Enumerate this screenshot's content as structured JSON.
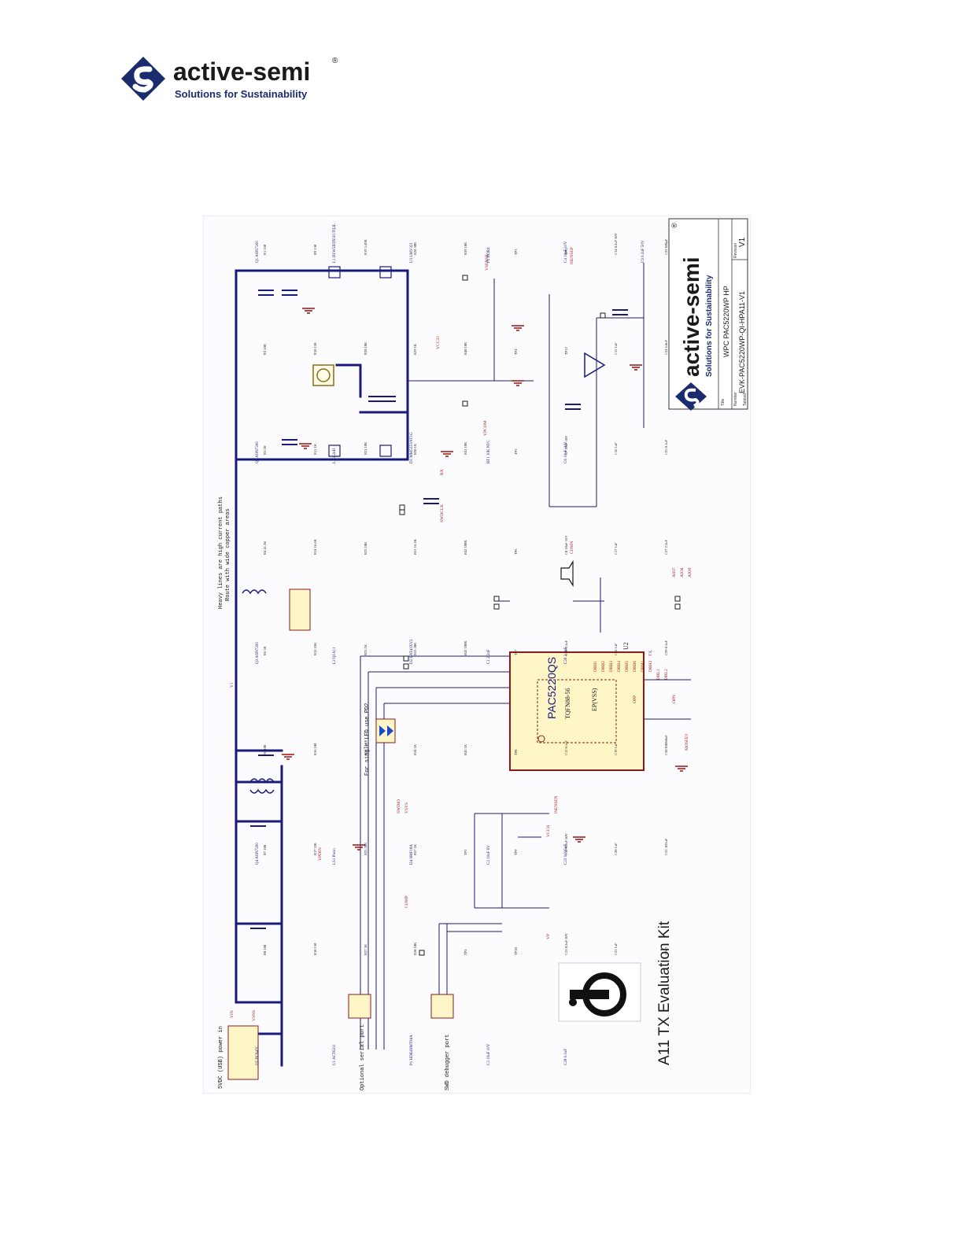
{
  "header": {
    "brand": "active-semi",
    "registered": "®",
    "tagline": "Solutions for Sustainability"
  },
  "schematic": {
    "kit_title": "A11 TX Evaluation Kit",
    "title_block": {
      "brand": "active-semi",
      "registered": "®",
      "tagline": "Solutions for Sustainability",
      "title_label": "Title",
      "title": "WPC PAC5220WP HP",
      "number_label": "Number",
      "number": "EVK-PAC5220WP-QI-HPA11-V1",
      "revision_label": "Revision",
      "revision": "V1",
      "tabloid_label": "Tabloid"
    },
    "notes": {
      "power_in": "5VDC (USB) power in",
      "heavy_lines": "Heavy lines are high current paths",
      "route_copper": "Route with wide copper areas",
      "single_led": "For single LED use PD2",
      "serial_port": "Optional serial port",
      "swd_port": "SWD debugger port"
    },
    "ic": {
      "ref": "U2",
      "part": "PAC5220QS",
      "package": "TQFN88-56",
      "pad": "EP(VSS)"
    },
    "net_labels": [
      "V1",
      "VIN",
      "VSNS",
      "VPDIN",
      "VSENSE",
      "VPCOM",
      "VCC33",
      "VSYS",
      "VCCH",
      "COMP",
      "COMN",
      "ISENSEP",
      "ISENSEN",
      "SWDIO",
      "SWDCLK",
      "RX",
      "TX",
      "VP",
      "DRB1",
      "DRB2",
      "DRB3",
      "DRB4",
      "DRB5",
      "DRB6",
      "DRH1",
      "DRH2",
      "DRL1",
      "DRL2",
      "OPP",
      "OPN",
      "AIO7",
      "AIO8",
      "AIO9",
      "MOSFET"
    ],
    "components": [
      "Q1 AON7200",
      "Q2 AON7200",
      "Q3 AON7200",
      "Q4 AON7200",
      "Q5 BC847C",
      "L1 DLW5BTN501TQ2L",
      "L2 2.2uH",
      "L3 QI A11",
      "LS1 Piezo",
      "U1 ACT6311",
      "U3 LMV321",
      "D1 MM5Z5V6T1G",
      "D2 BAT43XV2",
      "D4 SMF18A",
      "P1 HDR4SMTS6A",
      "P2 HDR4",
      "RT1 10K NTC",
      "C1 2.2nF",
      "C2 10uF 6V",
      "C3 10uF 10V",
      "C4 10uF 10V",
      "C6 10uF 16V",
      "C26 2.2nF",
      "C23 0.015uF",
      "C28 0.1uF",
      "C9 0.2uF 50V"
    ],
    "reference_labels": [
      "R1 330",
      "R2 10K",
      "R3 2K",
      "R4 41.2K",
      "R5 5K",
      "R6 100",
      "R7 100",
      "R8 100",
      "R9 150",
      "R10 150",
      "R11 1K",
      "R14 16.6K",
      "R15 33K",
      "R16 100",
      "R17 330",
      "R18 150",
      "R19 3.49K",
      "R20 10K",
      "R21 10K",
      "R22 10K",
      "R23 1K",
      "R24 12.1K",
      "R25 20K",
      "R27 5K",
      "R28 30K",
      "R29 1K",
      "R30 1K",
      "R31 16.2K",
      "R33 20K",
      "R34 1K",
      "R37 1K",
      "R38 10K",
      "R39 10K",
      "R40 10K",
      "R41 10K",
      "R42 100K",
      "R43 100K",
      "R45 1K",
      "TP1",
      "TP2",
      "TP3",
      "TP4",
      "TP5",
      "TP6",
      "TP7",
      "TP8",
      "TP9",
      "TP10",
      "TP11",
      "TP12",
      "C7 10uF 10V",
      "C8 10uF 16V",
      "C10 0.1uF",
      "C11 0.1uF",
      "C12 0.2uF 50V",
      "C13 0.2uF 50V",
      "C14 0.2uF 50V",
      "C15 1uF",
      "C16 1uF",
      "C17 1uF",
      "C18 1uF",
      "C19 1uF",
      "C20 1uF",
      "C21 1uF",
      "C22 820pF",
      "C24 6.8nF",
      "C25 0.1uF",
      "C27 2.2nF",
      "C29 0.1uF",
      "C30 0.0068uF",
      "C31 .033uF",
      "GND"
    ]
  },
  "colors": {
    "wire": "#1a1a7a",
    "ic_border": "#8b1a1a",
    "ground": "#a01010",
    "net": "#9a2020",
    "logo_blue": "#1b2c6e",
    "logo_dark": "#1a1a1a"
  }
}
